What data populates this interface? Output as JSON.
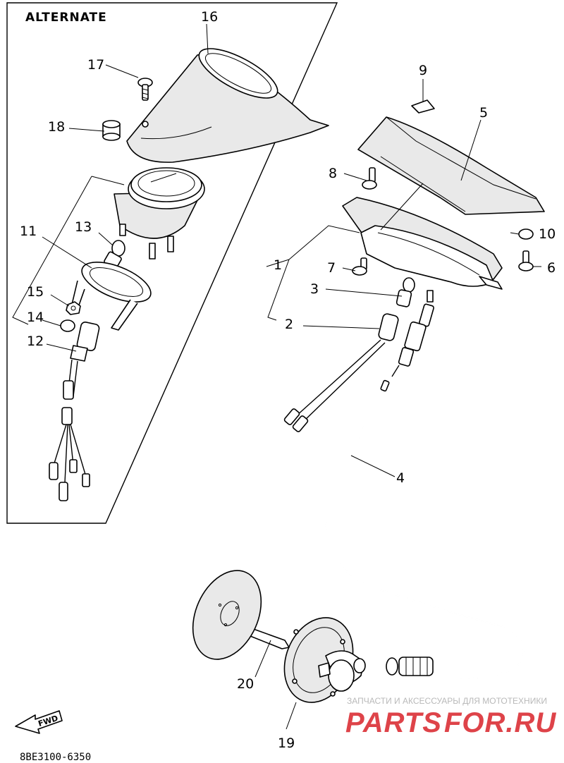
{
  "header": {
    "alternate": "ALTERNATE"
  },
  "callouts": [
    "1",
    "2",
    "3",
    "4",
    "5",
    "6",
    "7",
    "8",
    "9",
    "10",
    "11",
    "12",
    "13",
    "14",
    "15",
    "16",
    "17",
    "18",
    "19",
    "20"
  ],
  "footer": {
    "part_code": "8BE3100-6350",
    "fwd": "FWD"
  },
  "watermark": {
    "caption": "ЗАПЧАСТИ И АКСЕССУАРЫ ДЛЯ МОТОТЕХНИКИ",
    "brand_left": "PARTS",
    "brand_right": "FOR.RU"
  },
  "colors": {
    "line": "#000000",
    "watermark_red": "#d9232a",
    "watermark_grey": "#b9b9b9"
  }
}
